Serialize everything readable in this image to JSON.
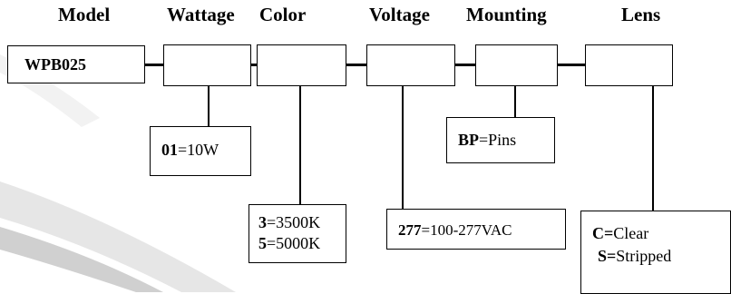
{
  "headers": {
    "model": "Model",
    "wattage": "Wattage",
    "color": "Color",
    "voltage": "Voltage",
    "mounting": "Mounting",
    "lens": "Lens"
  },
  "model_value": "WPB025",
  "options": {
    "wattage": [
      {
        "code": "01",
        "text": "=10W"
      }
    ],
    "color": [
      {
        "code": "3",
        "text": "=3500K"
      },
      {
        "code": "5",
        "text": "=5000K"
      }
    ],
    "voltage": [
      {
        "code": "277",
        "text": "=100-277VAC"
      }
    ],
    "mounting": [
      {
        "code": "BP",
        "text": "=Pins"
      }
    ],
    "lens": [
      {
        "code": "C=",
        "text": "Clear"
      },
      {
        "code": "S=",
        "text": "Stripped"
      }
    ]
  }
}
